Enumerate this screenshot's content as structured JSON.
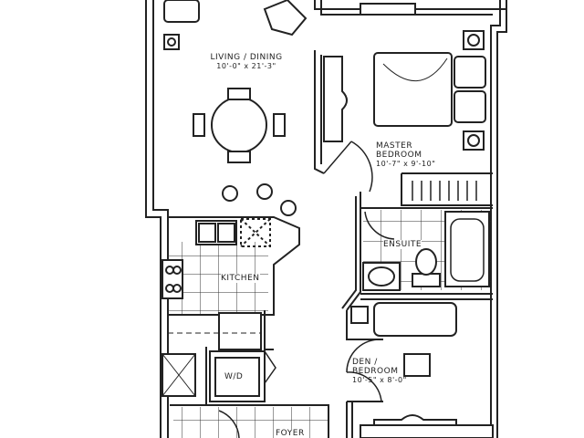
{
  "rooms": {
    "living": {
      "name": "LIVING / DINING",
      "size": "10'-0\" x 21'-3\""
    },
    "master": {
      "name_line1": "MASTER",
      "name_line2": "BEDROOM",
      "size": "10'-7\" x 9'-10\""
    },
    "ensuite": {
      "name": "ENSUITE"
    },
    "kitchen": {
      "name": "KITCHEN"
    },
    "den": {
      "name_line1": "DEN /",
      "name_line2": "BEDROOM",
      "size": "10'-5\" x 8'-0\""
    },
    "laundry": {
      "name": "W/D"
    },
    "foyer": {
      "name": "FOYER"
    }
  },
  "colors": {
    "ink": "#222222",
    "paper": "#ffffff"
  }
}
